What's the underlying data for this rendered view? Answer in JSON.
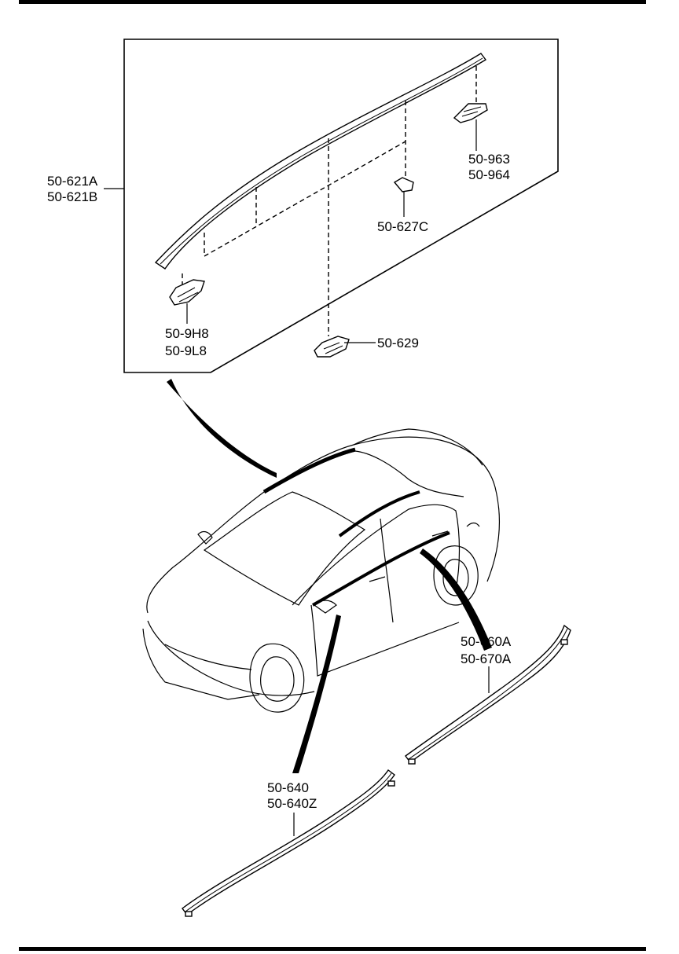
{
  "labels": {
    "roof_molding": [
      "50-621A",
      "50-621B"
    ],
    "front_clip": [
      "50-9H8",
      "50-9L8"
    ],
    "rear_clip": [
      "50-963",
      "50-964"
    ],
    "mid_clip": "50-627C",
    "bottom_clip": "50-629",
    "front_door_molding": [
      "50-640",
      "50-640Z"
    ],
    "rear_door_molding": [
      "50-660A",
      "50-670A"
    ]
  }
}
